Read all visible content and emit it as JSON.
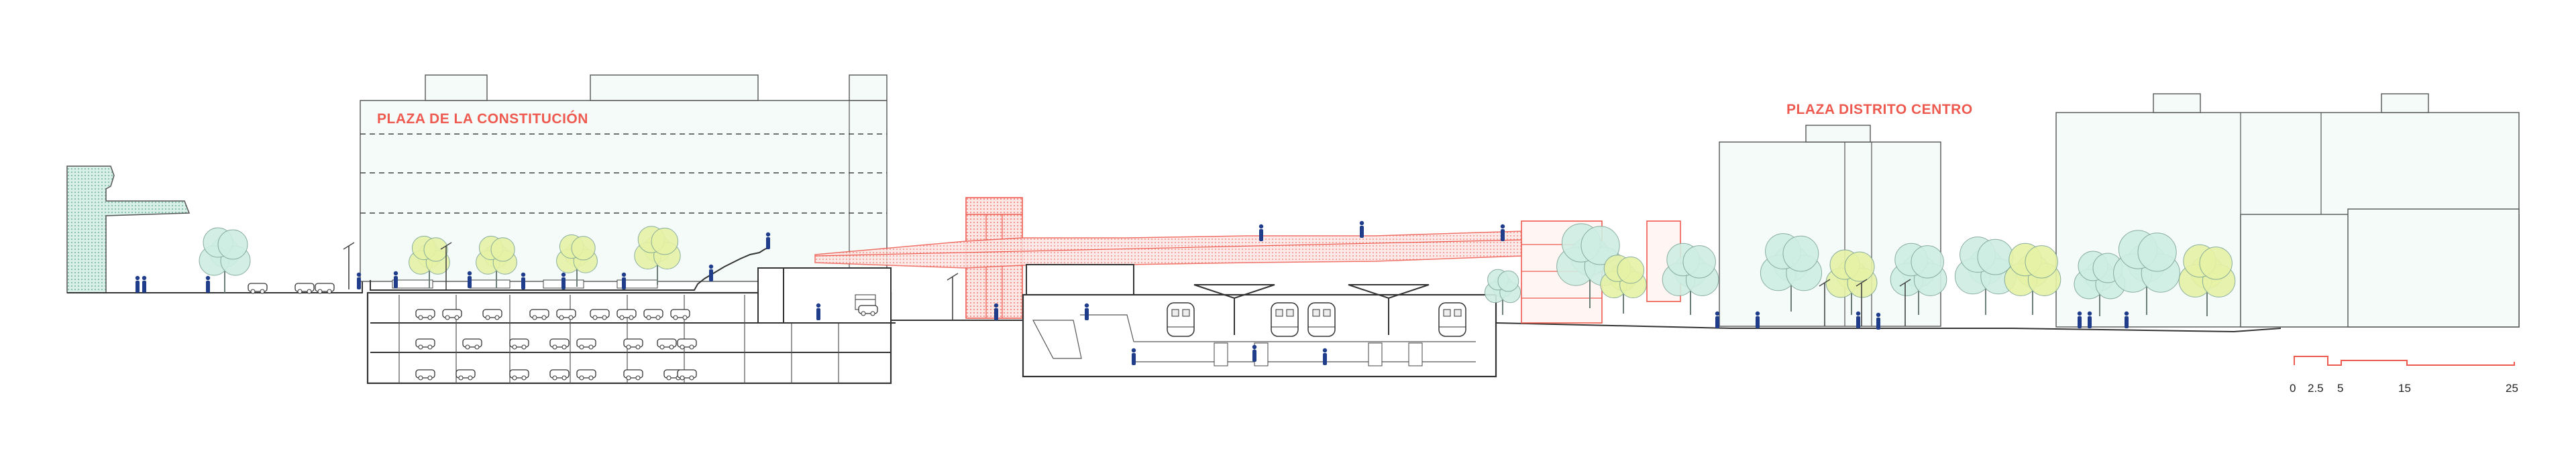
{
  "labels": {
    "plaza_constitucion": "PLAZA DE LA CONSTITUCIÓN",
    "plaza_distrito": "PLAZA DISTRITO CENTRO"
  },
  "scale_bar": {
    "ticks": [
      "0",
      "2.5",
      "5",
      "15",
      "25"
    ]
  },
  "colors": {
    "accent": "#ee5a4f",
    "line": "#333333",
    "people": "#1f3d8a",
    "tree_fill": "#cfeee3",
    "tree_yellow": "#e6f2a6",
    "building_fill": "#f4fbf8"
  }
}
